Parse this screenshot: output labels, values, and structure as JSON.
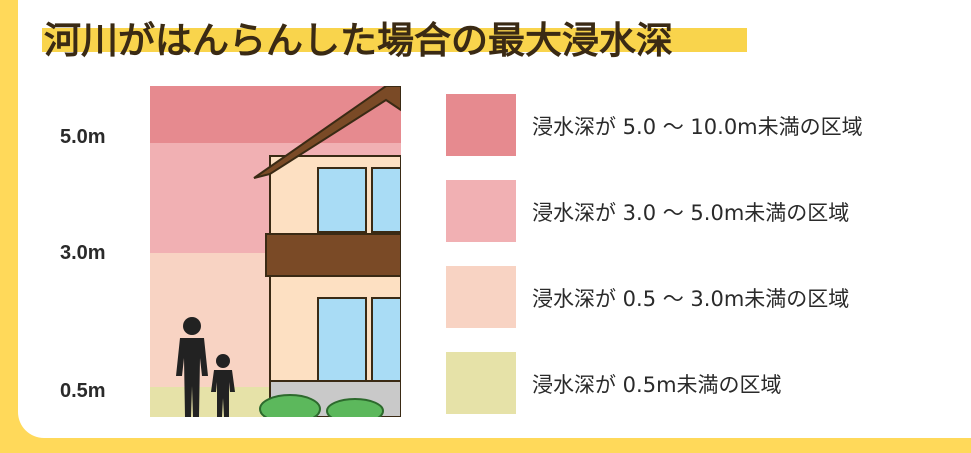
{
  "title": "河川がはんらんした場合の最大浸水深",
  "depth_labels": [
    "5.0m",
    "3.0m",
    "0.5m"
  ],
  "legend": [
    {
      "label": "浸水深が 5.0 ～ 10.0m未満の区域",
      "color": "#e68a8f"
    },
    {
      "label": "浸水深が 3.0 ～ 5.0m未満の区域",
      "color": "#f1b0b3"
    },
    {
      "label": "浸水深が 0.5 ～ 3.0m未満の区域",
      "color": "#f8d3c3"
    },
    {
      "label": "浸水深が 0.5m未満の区域",
      "color": "#e6e2a8"
    }
  ],
  "colors": {
    "background": "#ffd95a",
    "house_wall": "#fde0c2",
    "roof": "#7a4a26",
    "window": "#a9dcf5",
    "person": "#222222"
  }
}
